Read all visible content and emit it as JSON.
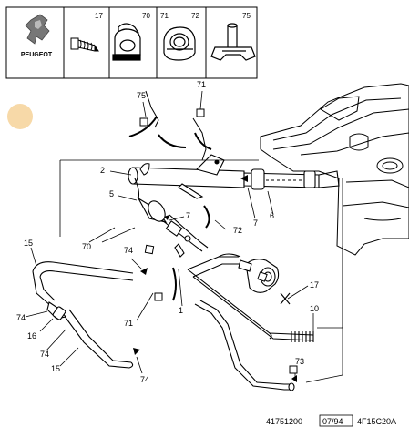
{
  "header": {
    "brand": "PEUGEOT",
    "parts": [
      "17",
      "70",
      "71",
      "72",
      "75"
    ]
  },
  "callouts": {
    "c75": "75",
    "c71_top": "71",
    "c2": "2",
    "c5": "5",
    "c7_a": "7",
    "c72": "72",
    "c7_b": "7",
    "c6": "6",
    "c70": "70",
    "c74_a": "74",
    "c15_top": "15",
    "c71_bot": "71",
    "c1": "1",
    "c17": "17",
    "c10": "10",
    "c74_b": "74",
    "c16": "16",
    "c74_c": "74",
    "c15_bot": "15",
    "c74_d": "74",
    "c73": "73"
  },
  "footer": {
    "ref": "41751200",
    "date": "07/94",
    "code": "4F15C20A"
  },
  "colors": {
    "line": "#000000",
    "marker": "#f7d9a8"
  }
}
